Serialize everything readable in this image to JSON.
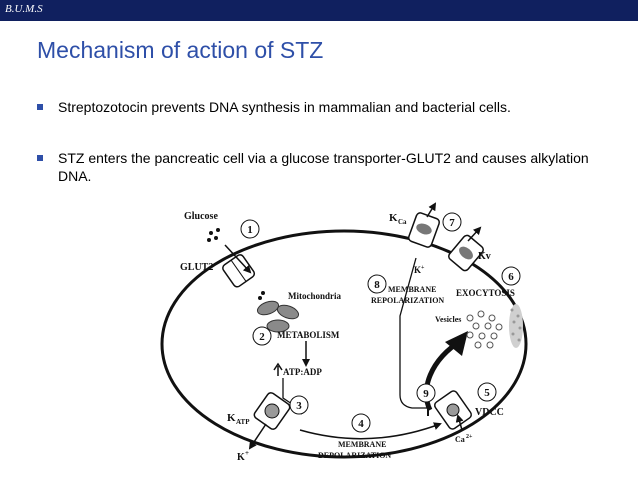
{
  "header": {
    "brand": "B.U.M.S",
    "bar_color": "#10205f"
  },
  "slide": {
    "title": "Mechanism of action of STZ",
    "title_color": "#2e4fa8",
    "bullets": [
      "Streptozotocin prevents DNA synthesis in mammalian and bacterial cells.",
      "STZ enters the pancreatic cell via a glucose transporter-GLUT2 and causes alkylation DNA."
    ]
  },
  "diagram": {
    "glucose": "Glucose",
    "glut2": "GLUT2",
    "mitochondria": "Mitochondria",
    "metabolism": "METABOLISM",
    "atp_adp": "ATP:ADP",
    "katp_k": "K",
    "katp_sub": "ATP",
    "k_out": "K",
    "kca_k": "K",
    "kca_sub": "Ca",
    "kv": "Kv",
    "k_plus": "K",
    "membrane_repol_1": "MEMBRANE",
    "membrane_repol_2": "REPOLARIZATION",
    "exocytosis": "EXOCYTOSIS",
    "vesicles": "Vesicles",
    "vdcc": "VDCC",
    "ca": "Ca",
    "membrane_depol_1": "MEMBRANE",
    "membrane_depol_2": "DEPOLARIZATION",
    "steps": [
      "1",
      "2",
      "3",
      "4",
      "5",
      "6",
      "7",
      "8",
      "9"
    ]
  }
}
